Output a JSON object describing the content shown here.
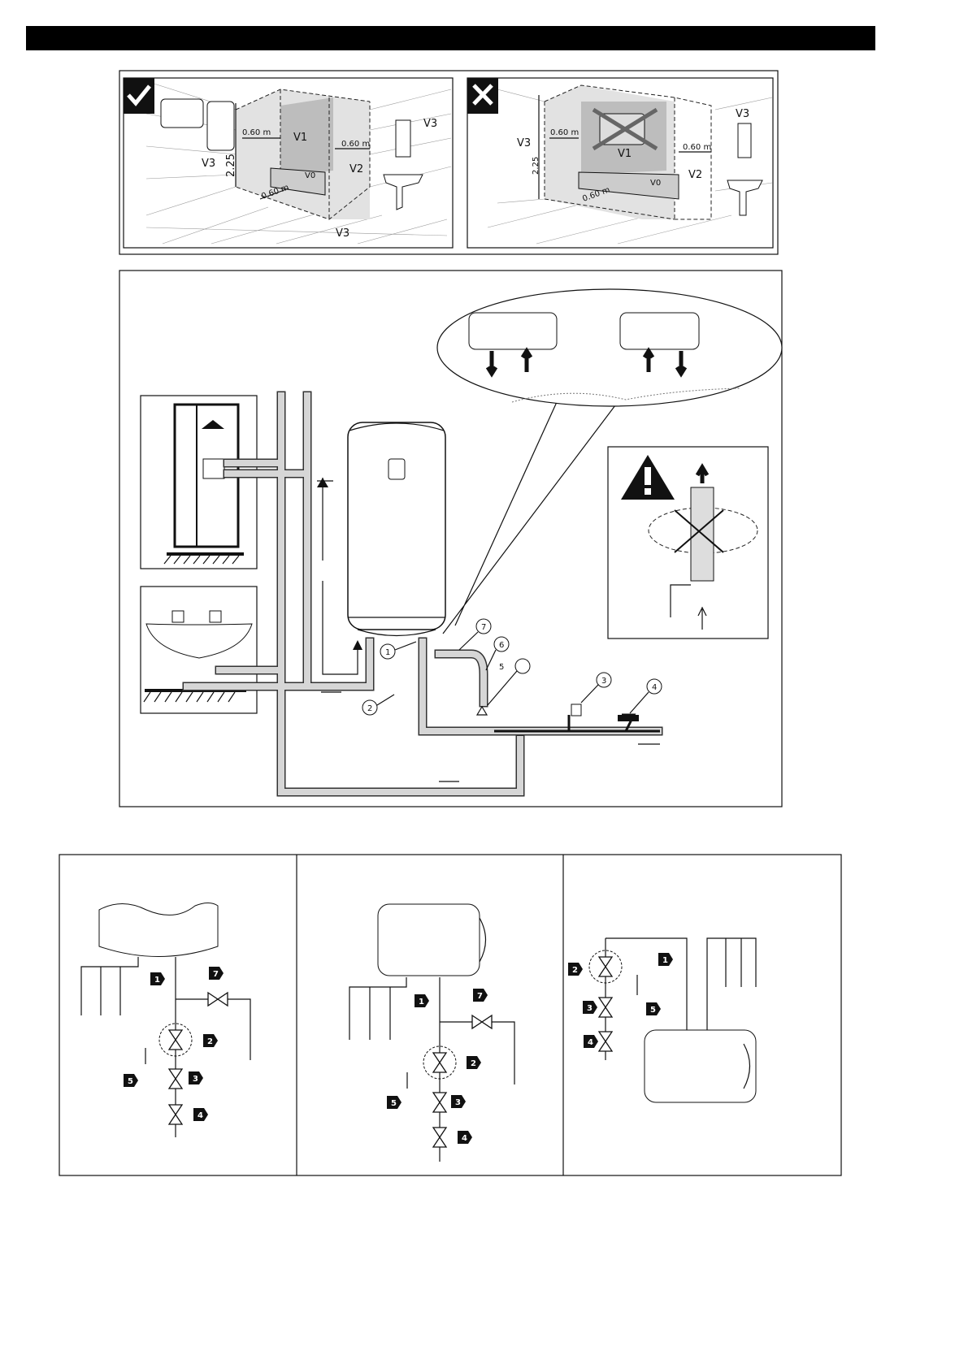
{
  "top_panels": {
    "allowed": {
      "icon": "checkmark-icon",
      "zones": {
        "v0": "V0",
        "v1": "V1",
        "v2": "V2",
        "v3_left": "V3",
        "v3_right": "V3",
        "v3_floor": "V3"
      },
      "dims": {
        "d1": "0.60 m",
        "d2": "0.60 m",
        "d3": "0.60 m",
        "height": "2.25"
      }
    },
    "forbidden": {
      "icon": "cross-icon",
      "zones": {
        "v0": "V0",
        "v1": "V1",
        "v2": "V2",
        "v3_left": "V3",
        "v3_right": "V3"
      },
      "dims": {
        "d1": "0.60 m",
        "d2": "0.60 m",
        "d3": "0.60 m",
        "height": "2.25"
      }
    }
  },
  "installation": {
    "callouts": {
      "c1": "1",
      "c2": "2",
      "c3": "3",
      "c4": "4",
      "c5": "5",
      "c6": "6",
      "c7": "7"
    },
    "warning_icon": "warning-triangle-icon"
  },
  "schematics": [
    {
      "tags": [
        "1",
        "7",
        "2",
        "5",
        "3",
        "4"
      ]
    },
    {
      "tags": [
        "1",
        "7",
        "2",
        "5",
        "3",
        "4"
      ]
    },
    {
      "tags": [
        "2",
        "1",
        "3",
        "5",
        "4"
      ]
    }
  ],
  "colors": {
    "zone_dark": "#bdbdbd",
    "zone_light": "#e2e2e2",
    "ink": "#111111"
  }
}
